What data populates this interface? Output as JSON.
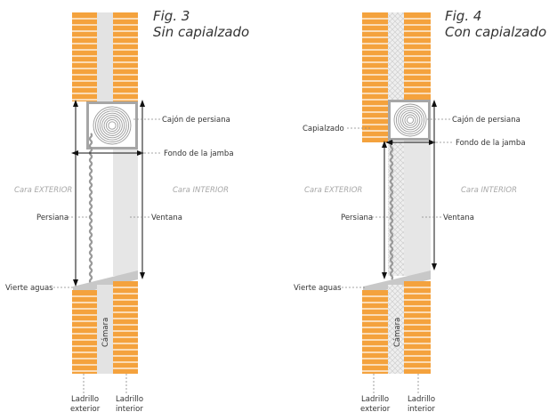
{
  "colors": {
    "brick": "#f4a23d",
    "mortar": "#ffffff",
    "gap": "#e3e3e3",
    "crosshatch": "#cfcfcf",
    "box_frame": "#a6a6a6",
    "sill": "#c8c8c8",
    "side_label": "#a8a8a8",
    "text": "#333333"
  },
  "figures": [
    {
      "id": "fig3",
      "title": "Fig. 3",
      "subtitle": "Sin capialzado",
      "labels": {
        "cajon": "Cajón de persiana",
        "fondo": "Fondo de la jamba",
        "cara_exterior": "Cara EXTERIOR",
        "cara_interior": "Cara INTERIOR",
        "persiana": "Persiana",
        "ventana": "Ventana",
        "vierte_aguas": "Vierte aguas",
        "camara": "Cámara",
        "ladrillo_exterior_1": "Ladrillo",
        "ladrillo_exterior_2": "exterior",
        "ladrillo_interior_1": "Ladrillo",
        "ladrillo_interior_2": "interior"
      }
    },
    {
      "id": "fig4",
      "title": "Fig. 4",
      "subtitle": "Con capialzado",
      "labels": {
        "capialzado": "Capialzado",
        "cajon": "Cajón de persiana",
        "fondo": "Fondo de la jamba",
        "cara_exterior": "Cara EXTERIOR",
        "cara_interior": "Cara INTERIOR",
        "persiana": "Persiana",
        "ventana": "Ventana",
        "vierte_aguas": "Vierte aguas",
        "camara": "Cámara",
        "ladrillo_exterior_1": "Ladrillo",
        "ladrillo_exterior_2": "exterior",
        "ladrillo_interior_1": "Ladrillo",
        "ladrillo_interior_2": "interior"
      }
    }
  ]
}
